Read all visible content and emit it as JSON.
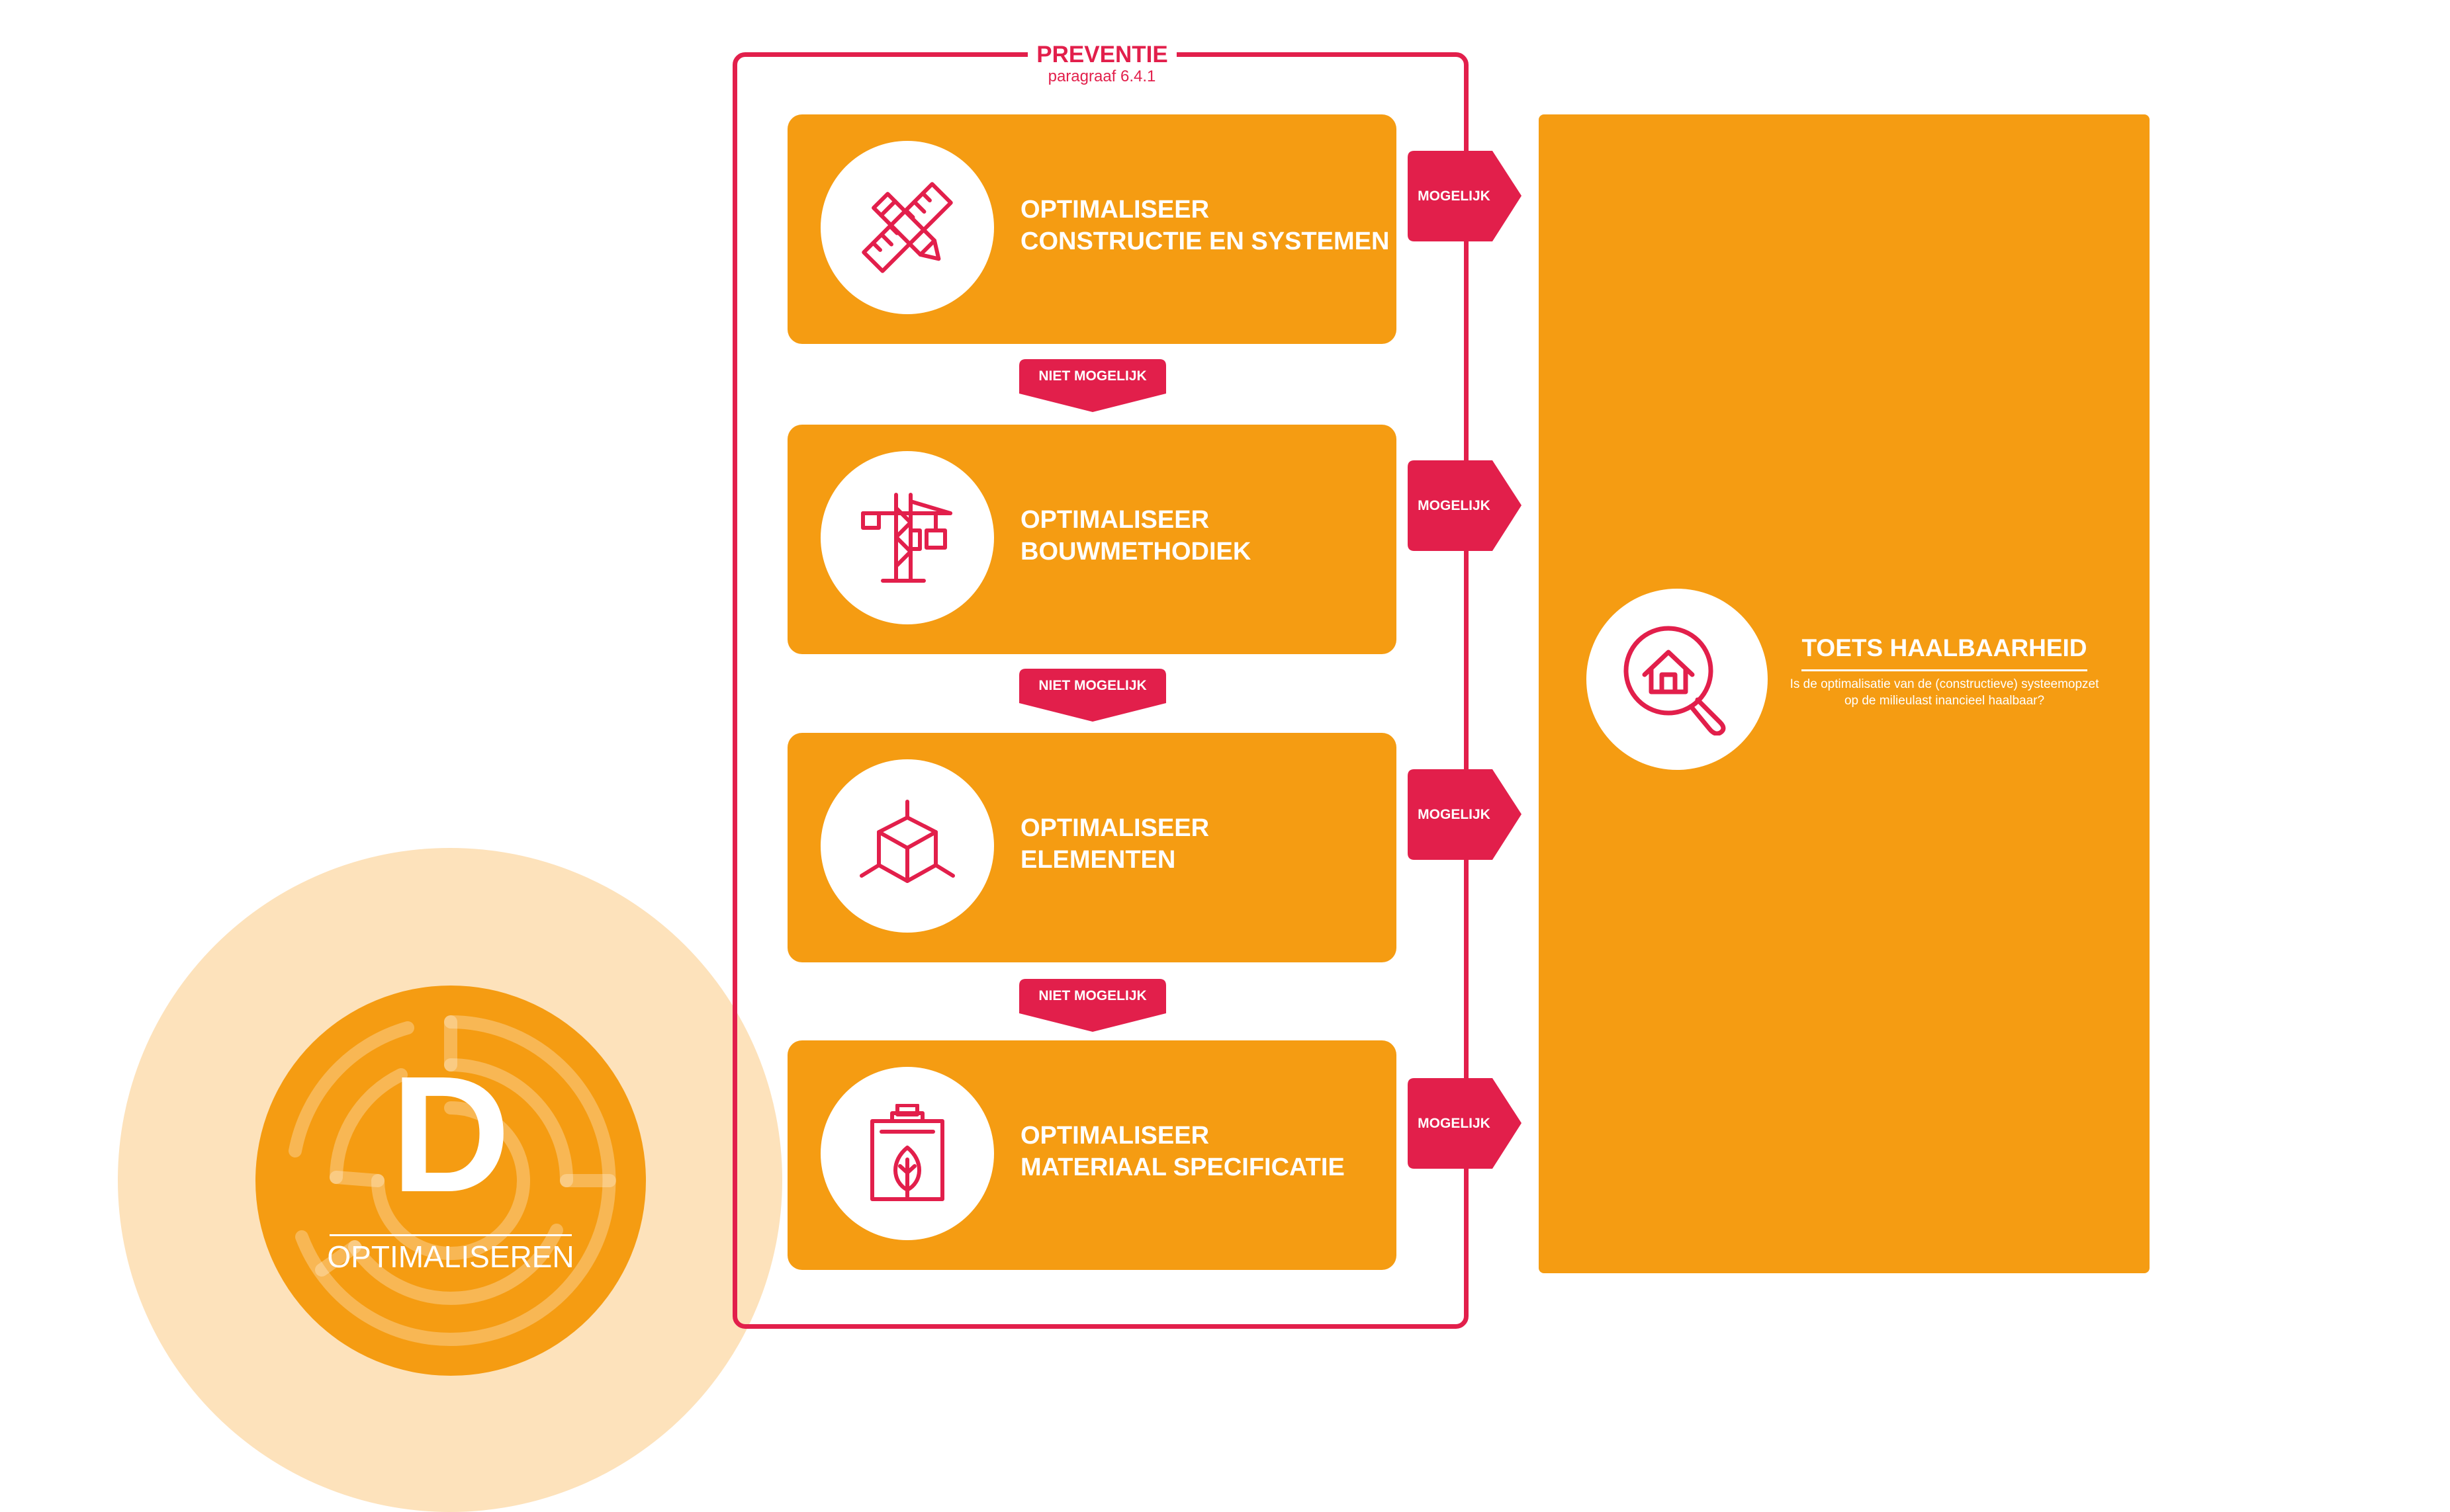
{
  "preventie": {
    "title": "PREVENTIE",
    "subtitle": "paragraaf 6.4.1"
  },
  "steps": [
    {
      "line1": "OPTIMALISEER",
      "line2": "CONSTRUCTIE EN SYSTEMEN",
      "icon": "ruler-pencil-icon"
    },
    {
      "line1": "OPTIMALISEER",
      "line2": "BOUWMETHODIEK",
      "icon": "crane-icon"
    },
    {
      "line1": "OPTIMALISEER",
      "line2": "ELEMENTEN",
      "icon": "cube-icon"
    },
    {
      "line1": "OPTIMALISEER",
      "line2": "MATERIAAL SPECIFICATIE",
      "icon": "clipboard-leaf-icon"
    }
  ],
  "arrows": {
    "possible": "MOGELIJK",
    "not_possible": "NIET MOGELIJK"
  },
  "check": {
    "title": "TOETS HAALBAARHEID",
    "description": "Is de optimalisatie van de (constructieve) systeemopzet op de milieulast inancieel haalbaar?",
    "icon": "house-magnifier-icon"
  },
  "phase": {
    "letter": "D",
    "name": "OPTIMALISEREN"
  },
  "colors": {
    "orange": "#f59c12",
    "red": "#e21f4b",
    "light_orange": "#fde2bb",
    "white": "#ffffff"
  }
}
